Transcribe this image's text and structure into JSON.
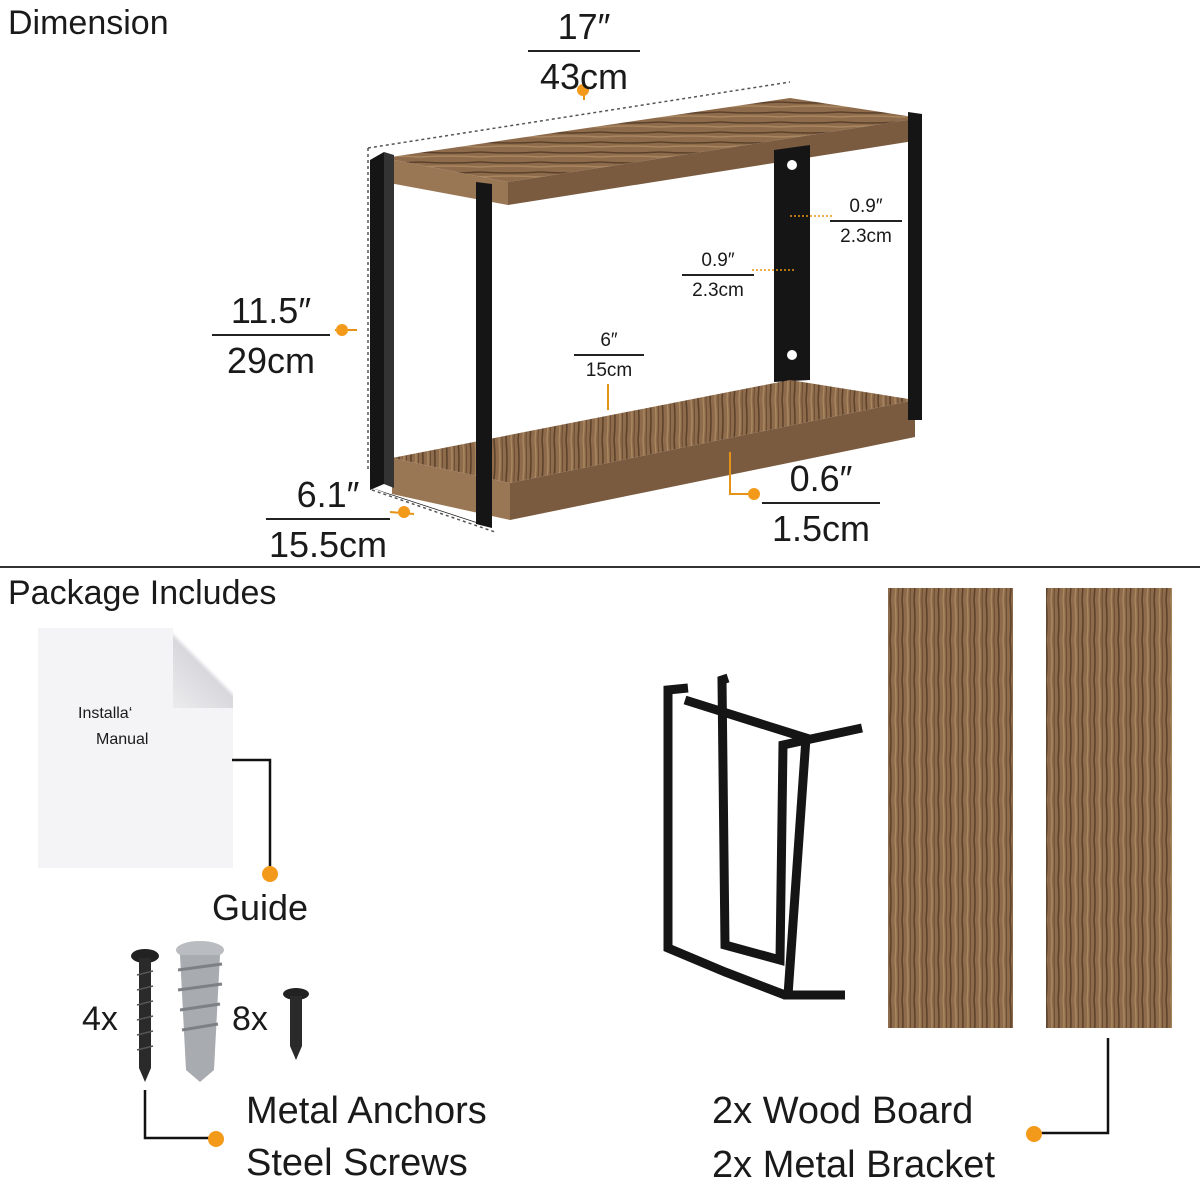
{
  "dimension": {
    "title": "Dimension",
    "width": {
      "in": "17″",
      "cm": "43cm"
    },
    "height": {
      "in": "11.5″",
      "cm": "29cm"
    },
    "depth": {
      "in": "6.1″",
      "cm": "15.5cm"
    },
    "thickness": {
      "in": "0.6″",
      "cm": "1.5cm"
    },
    "shelf_depth": {
      "in": "6″",
      "cm": "15cm"
    },
    "bracket_width_top": {
      "in": "0.9″",
      "cm": "2.3cm"
    },
    "bracket_width_mid": {
      "in": "0.9″",
      "cm": "2.3cm"
    }
  },
  "package": {
    "title": "Package Includes",
    "manual_text_1": "Installa‘",
    "manual_text_2": "Manual",
    "guide_label": "Guide",
    "anchors_count": "4x",
    "screws_count": "8x",
    "hardware_line1": "Metal Anchors",
    "hardware_line2": "Steel Screws",
    "boards_line1": "2x Wood Board",
    "boards_line2": "2x Metal Bracket"
  },
  "colors": {
    "accent": "#f39a1a",
    "wood": "#8a6a4c",
    "metal": "#151515"
  }
}
